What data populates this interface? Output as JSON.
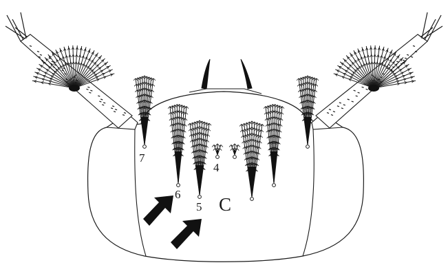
{
  "figure": {
    "panel_label": "C",
    "seta_labels": [
      "7",
      "6",
      "5",
      "4"
    ],
    "colors": {
      "stroke": "#1a1a1a",
      "fill": "#ffffff",
      "ink": "#111111"
    },
    "icons": [
      "arrow-icon",
      "arrow-icon"
    ]
  }
}
